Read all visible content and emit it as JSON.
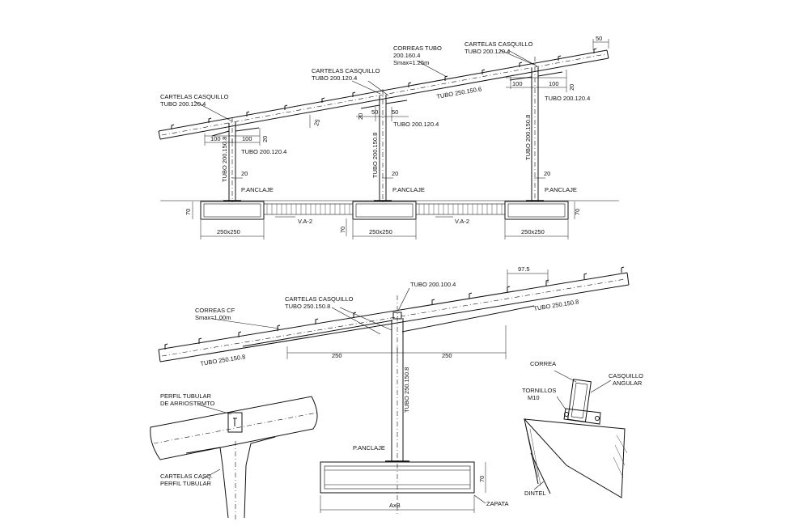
{
  "top_elevation": {
    "left_bracket": {
      "line1": "CARTELAS CASQUILLO",
      "line2": "TUBO 200.120.4"
    },
    "mid_bracket": {
      "line1": "CARTELAS CASQUILLO",
      "line2": "TUBO 200.120.4"
    },
    "right_bracket": {
      "line1": "CARTELAS CASQUILLO",
      "line2": "TUBO 200.120.4"
    },
    "purlins": {
      "line1": "CORREAS TUBO",
      "line2": "200.160.4",
      "line3": "Smax=1.25m"
    },
    "beam_label": "TUBO 250.150.6",
    "column_label": "TUBO 200.150.8",
    "strut_label": "TUBO 200.120.4",
    "anchor_label": "P.ANCLAJE",
    "tie_beam_label": "V.A-2",
    "footing_size": "250x250",
    "dims": {
      "d100": "100",
      "d20": "20",
      "d25": "25",
      "d50": "50",
      "d70": "70"
    }
  },
  "section": {
    "bracket": {
      "line1": "CARTELAS CASQUILLO",
      "line2": "TUBO 250.150.8"
    },
    "top_tube": "TUBO 200.100.4",
    "purlins": {
      "line1": "CORREAS CF",
      "line2": "Smax=1.00m"
    },
    "beam_label": "TUBO 250.150.8",
    "column_label": "TUBO 250.150.8",
    "span": "250",
    "spacing": "97.5",
    "anchor_label": "P.ANCLAJE",
    "footing_label": "ZAPATA",
    "footing_size": "AxB",
    "height": "70"
  },
  "detail_left": {
    "tube_profile": {
      "line1": "PERFIL TUBULAR",
      "line2": "DE ARRIOSTRMTO"
    },
    "bracket_profile": {
      "line1": "CARTELAS CASQ.",
      "line2": "PERFIL TUBULAR"
    }
  },
  "detail_right": {
    "purlin": "CORREA",
    "angle": {
      "line1": "CASQUILLO",
      "line2": "ANGULAR"
    },
    "bolts": {
      "line1": "TORNILLOS",
      "line2": "M10"
    },
    "lintel": "DINTEL"
  }
}
